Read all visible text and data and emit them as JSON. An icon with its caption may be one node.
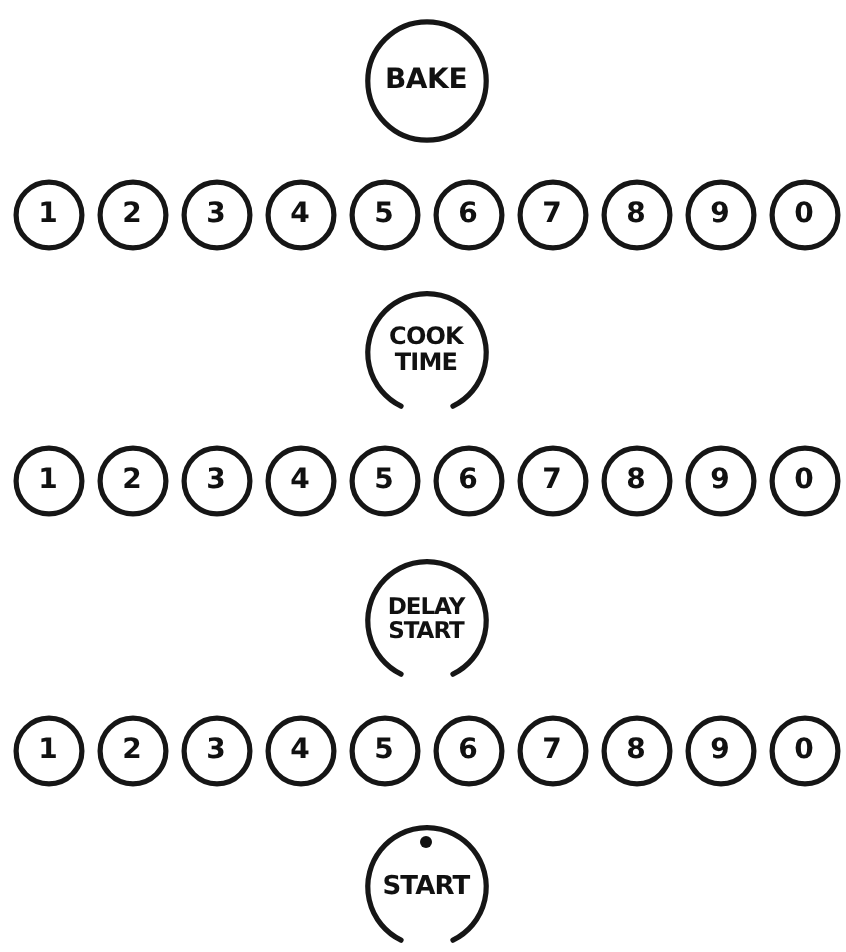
{
  "diagram": {
    "nodes": [
      {
        "text": [
          "BAKE"
        ]
      },
      {
        "text": [
          "1"
        ]
      },
      {
        "text": [
          "2"
        ]
      },
      {
        "text": [
          "3"
        ]
      },
      {
        "text": [
          "4"
        ]
      },
      {
        "text": [
          "5"
        ]
      },
      {
        "text": [
          "6"
        ]
      },
      {
        "text": [
          "7"
        ]
      },
      {
        "text": [
          "8"
        ]
      },
      {
        "text": [
          "9"
        ]
      },
      {
        "text": [
          "0"
        ]
      },
      {
        "text": [
          "COOK TIME"
        ]
      },
      {
        "text": [
          "1"
        ]
      },
      {
        "text": [
          "2"
        ]
      },
      {
        "text": [
          "3"
        ]
      },
      {
        "text": [
          "4"
        ]
      },
      {
        "text": [
          "5"
        ]
      },
      {
        "text": [
          "6"
        ]
      },
      {
        "text": [
          "7"
        ]
      },
      {
        "text": [
          "8"
        ]
      },
      {
        "text": [
          "9"
        ]
      },
      {
        "text": [
          "0"
        ]
      },
      {
        "text": [
          "DELAY START"
        ]
      },
      {
        "text": [
          "1"
        ]
      },
      {
        "text": [
          "2"
        ]
      },
      {
        "text": [
          "3"
        ]
      },
      {
        "text": [
          "4"
        ]
      },
      {
        "text": [
          "5"
        ]
      },
      {
        "text": [
          "6"
        ]
      },
      {
        "text": [
          "7"
        ]
      },
      {
        "text": [
          "8"
        ]
      },
      {
        "text": [
          "9"
        ]
      },
      {
        "text": [
          "0"
        ]
      },
      {
        "text": [
          "START"
        ]
      }
    ]
  }
}
